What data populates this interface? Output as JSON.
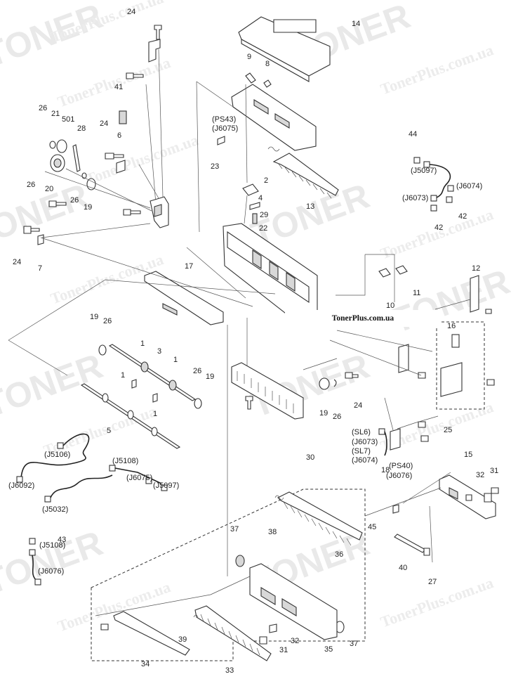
{
  "watermark": {
    "brand": "TONER",
    "site": "TonerPlus.com.ua"
  },
  "site_label": "TonerPlus.com.ua",
  "callouts": [
    {
      "text": "24"
    },
    {
      "text": "14"
    },
    {
      "text": "9"
    },
    {
      "text": "8"
    },
    {
      "text": "41"
    },
    {
      "text": "(PS43)"
    },
    {
      "text": "(J6075)"
    },
    {
      "text": "26"
    },
    {
      "text": "21"
    },
    {
      "text": "501"
    },
    {
      "text": "28"
    },
    {
      "text": "24"
    },
    {
      "text": "6"
    },
    {
      "text": "23"
    },
    {
      "text": "2"
    },
    {
      "text": "44"
    },
    {
      "text": "(J5097)"
    },
    {
      "text": "(J6074)"
    },
    {
      "text": "(J6073)"
    },
    {
      "text": "26"
    },
    {
      "text": "20"
    },
    {
      "text": "26"
    },
    {
      "text": "19"
    },
    {
      "text": "13"
    },
    {
      "text": "4"
    },
    {
      "text": "29"
    },
    {
      "text": "22"
    },
    {
      "text": "42"
    },
    {
      "text": "42"
    },
    {
      "text": "24"
    },
    {
      "text": "7"
    },
    {
      "text": "17"
    },
    {
      "text": "12"
    },
    {
      "text": "11"
    },
    {
      "text": "10"
    },
    {
      "text": "16"
    },
    {
      "text": "19"
    },
    {
      "text": "26"
    },
    {
      "text": "1"
    },
    {
      "text": "3"
    },
    {
      "text": "1"
    },
    {
      "text": "1"
    },
    {
      "text": "1"
    },
    {
      "text": "26"
    },
    {
      "text": "19"
    },
    {
      "text": "5"
    },
    {
      "text": "19"
    },
    {
      "text": "26"
    },
    {
      "text": "24"
    },
    {
      "text": "25"
    },
    {
      "text": "15"
    },
    {
      "text": "(SL6)"
    },
    {
      "text": "(J6073)"
    },
    {
      "text": "(SL7)"
    },
    {
      "text": "(J6074)"
    },
    {
      "text": "18"
    },
    {
      "text": "(J5106)"
    },
    {
      "text": "(J5108)"
    },
    {
      "text": "(J6092)"
    },
    {
      "text": "(J6075)"
    },
    {
      "text": "(J5032)"
    },
    {
      "text": "(J5097)"
    },
    {
      "text": "30"
    },
    {
      "text": "(PS40)"
    },
    {
      "text": "(J6076)"
    },
    {
      "text": "31"
    },
    {
      "text": "32"
    },
    {
      "text": "45"
    },
    {
      "text": "37"
    },
    {
      "text": "38"
    },
    {
      "text": "36"
    },
    {
      "text": "43"
    },
    {
      "text": "(J5108)"
    },
    {
      "text": "40"
    },
    {
      "text": "27"
    },
    {
      "text": "(J6076)"
    },
    {
      "text": "39"
    },
    {
      "text": "32"
    },
    {
      "text": "31"
    },
    {
      "text": "35"
    },
    {
      "text": "37"
    },
    {
      "text": "34"
    },
    {
      "text": "33"
    }
  ]
}
